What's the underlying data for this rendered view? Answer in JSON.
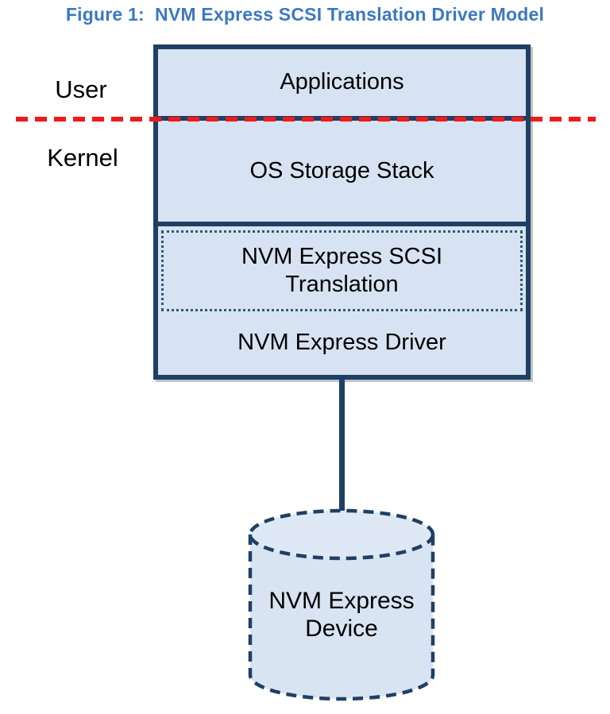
{
  "figure": {
    "title": "Figure 1:  NVM Express SCSI Translation Driver Model",
    "side_labels": {
      "user": "User",
      "kernel": "Kernel"
    },
    "stack": {
      "applications": "Applications",
      "os_storage_stack": "OS Storage Stack",
      "scsi_translation": "NVM Express SCSI Translation",
      "nvme_driver": "NVM Express Driver"
    },
    "device": "NVM Express Device",
    "colors": {
      "border_navy": "#1f4064",
      "box_fill": "#d7e3f2",
      "cylinder_fill": "#d9e4f2",
      "red_line": "#ee1b1b",
      "title_blue": "#3c78c0",
      "dotted_border": "#2e5979"
    }
  }
}
